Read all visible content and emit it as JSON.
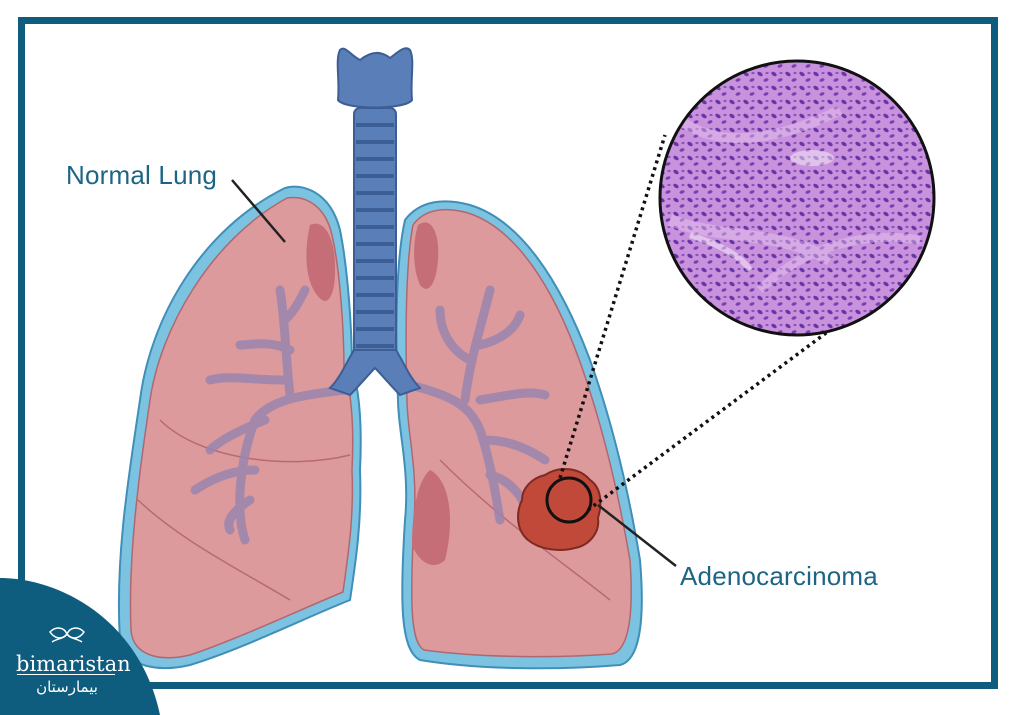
{
  "labels": {
    "normal_lung": "Normal Lung",
    "adenocarcinoma": "Adenocarcinoma"
  },
  "logo": {
    "name": "bimaristan",
    "arabic_name": "بيمارستان",
    "icon": "butterfly-leaf-icon"
  },
  "colors": {
    "frame": "#0e5c7e",
    "label_text": "#1d6585",
    "lung_fill": "#dc9a9c",
    "lung_outline": "#7cc3e2",
    "trachea": "#5a7fb8",
    "bronchi": "#9a86ae",
    "tumor": "#c0493a",
    "histology": "#a66bc9"
  }
}
